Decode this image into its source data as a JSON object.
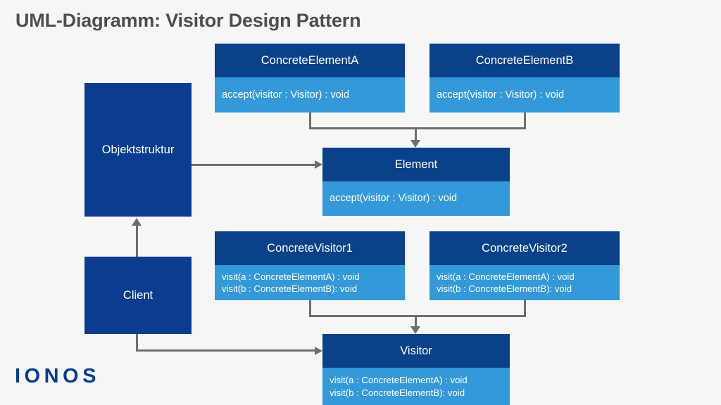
{
  "title": "UML-Diagramm: Visitor Design Pattern",
  "logo": "IONOS",
  "colors": {
    "background": "#f6f6f6",
    "title_text": "#4a4f54",
    "class_header": "#0a4189",
    "class_body": "#3399d9",
    "plain_box": "#0a3d8f",
    "connector": "#6d6e70",
    "logo": "#0a3d8f",
    "box_text": "#ffffff"
  },
  "diagram": {
    "classes": [
      {
        "id": "concrete-element-a",
        "name": "ConcreteElementA",
        "operations": [
          "accept(visitor  : Visitor) : void"
        ]
      },
      {
        "id": "concrete-element-b",
        "name": "ConcreteElementB",
        "operations": [
          "accept(visitor  : Visitor) : void"
        ]
      },
      {
        "id": "element",
        "name": "Element",
        "operations": [
          "accept(visitor  : Visitor) : void"
        ]
      },
      {
        "id": "concrete-visitor-1",
        "name": "ConcreteVisitor1",
        "operations": [
          "visit(a : ConcreteElementA) : void",
          "visit(b : ConcreteElementB): void"
        ]
      },
      {
        "id": "concrete-visitor-2",
        "name": "ConcreteVisitor2",
        "operations": [
          "visit(a : ConcreteElementA) : void",
          "visit(b : ConcreteElementB): void"
        ]
      },
      {
        "id": "visitor",
        "name": "Visitor",
        "operations": [
          "visit(a : ConcreteElementA) : void",
          "visit(b : ConcreteElementB): void"
        ]
      }
    ],
    "plain_boxes": [
      {
        "id": "objektstruktur",
        "name": "Objektstruktur"
      },
      {
        "id": "client",
        "name": "Client"
      }
    ],
    "relations": [
      {
        "from": "ConcreteElementA",
        "to": "Element",
        "type": "generalization"
      },
      {
        "from": "ConcreteElementB",
        "to": "Element",
        "type": "generalization"
      },
      {
        "from": "Objektstruktur",
        "to": "Element",
        "type": "association"
      },
      {
        "from": "Client",
        "to": "Objektstruktur",
        "type": "association"
      },
      {
        "from": "Client",
        "to": "Visitor",
        "type": "association"
      },
      {
        "from": "ConcreteVisitor1",
        "to": "Visitor",
        "type": "generalization"
      },
      {
        "from": "ConcreteVisitor2",
        "to": "Visitor",
        "type": "generalization"
      }
    ]
  }
}
